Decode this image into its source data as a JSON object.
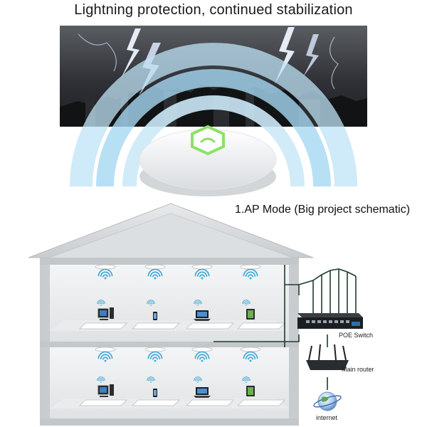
{
  "banner": {
    "title": "Lightning protection, continued stabilization"
  },
  "diagram": {
    "subtitle": "1.AP Mode (Big project schematic)",
    "labels": {
      "poe_switch": "POE Switch",
      "main_router": "Main router",
      "internet": "internet"
    },
    "colors": {
      "sky_dark": "#2f3136",
      "wifi_blue": "#3aa6d8",
      "ap_glow": "#8fe06a",
      "cable": "#1f3d2a",
      "house_gray": "#bfc2c4"
    },
    "icons": {
      "floors": [
        [
          "desktop-pc-icon",
          "mobile-phone-icon",
          "laptop-icon",
          "tablet-icon"
        ],
        [
          "desktop-pc-icon",
          "mobile-phone-icon",
          "laptop-icon",
          "tablet-icon"
        ]
      ]
    }
  }
}
